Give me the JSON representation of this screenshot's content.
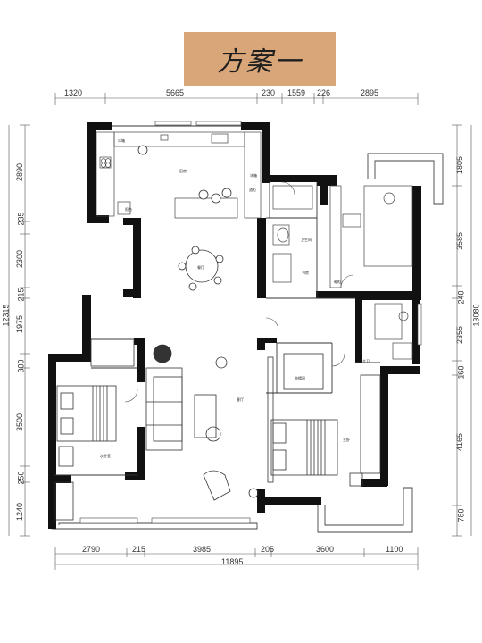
{
  "title": "方案一",
  "dimensions": {
    "top": [
      "1320",
      "5665",
      "230",
      "1559",
      "226",
      "2895"
    ],
    "bottom": [
      "2790",
      "215",
      "3985",
      "205",
      "3600",
      "1100"
    ],
    "bottom_total": "11895",
    "left": [
      "2890",
      "235",
      "2300",
      "215",
      "1975",
      "300",
      "3500",
      "250",
      "1240"
    ],
    "left_total": "12315",
    "right": [
      "1805",
      "3585",
      "240",
      "2355",
      "160",
      "4165",
      "780"
    ],
    "right_total": "13080"
  },
  "rooms": {
    "kitchen": "厨房",
    "dining": "餐厅",
    "fridge": "冰箱",
    "wine_cabinet": "酒柜",
    "bath_1": "卫生间",
    "study_chair": "书房",
    "master_bath": "主卫",
    "cloakroom": "衣帽间",
    "living": "客厅",
    "bedroom": "次卧室",
    "master_bedroom": "主卧",
    "shoe_cabinet": "鞋柜",
    "balcony": "阳台"
  },
  "colors": {
    "tape": "#d9a67a",
    "wall": "#111111",
    "line": "#444444"
  }
}
